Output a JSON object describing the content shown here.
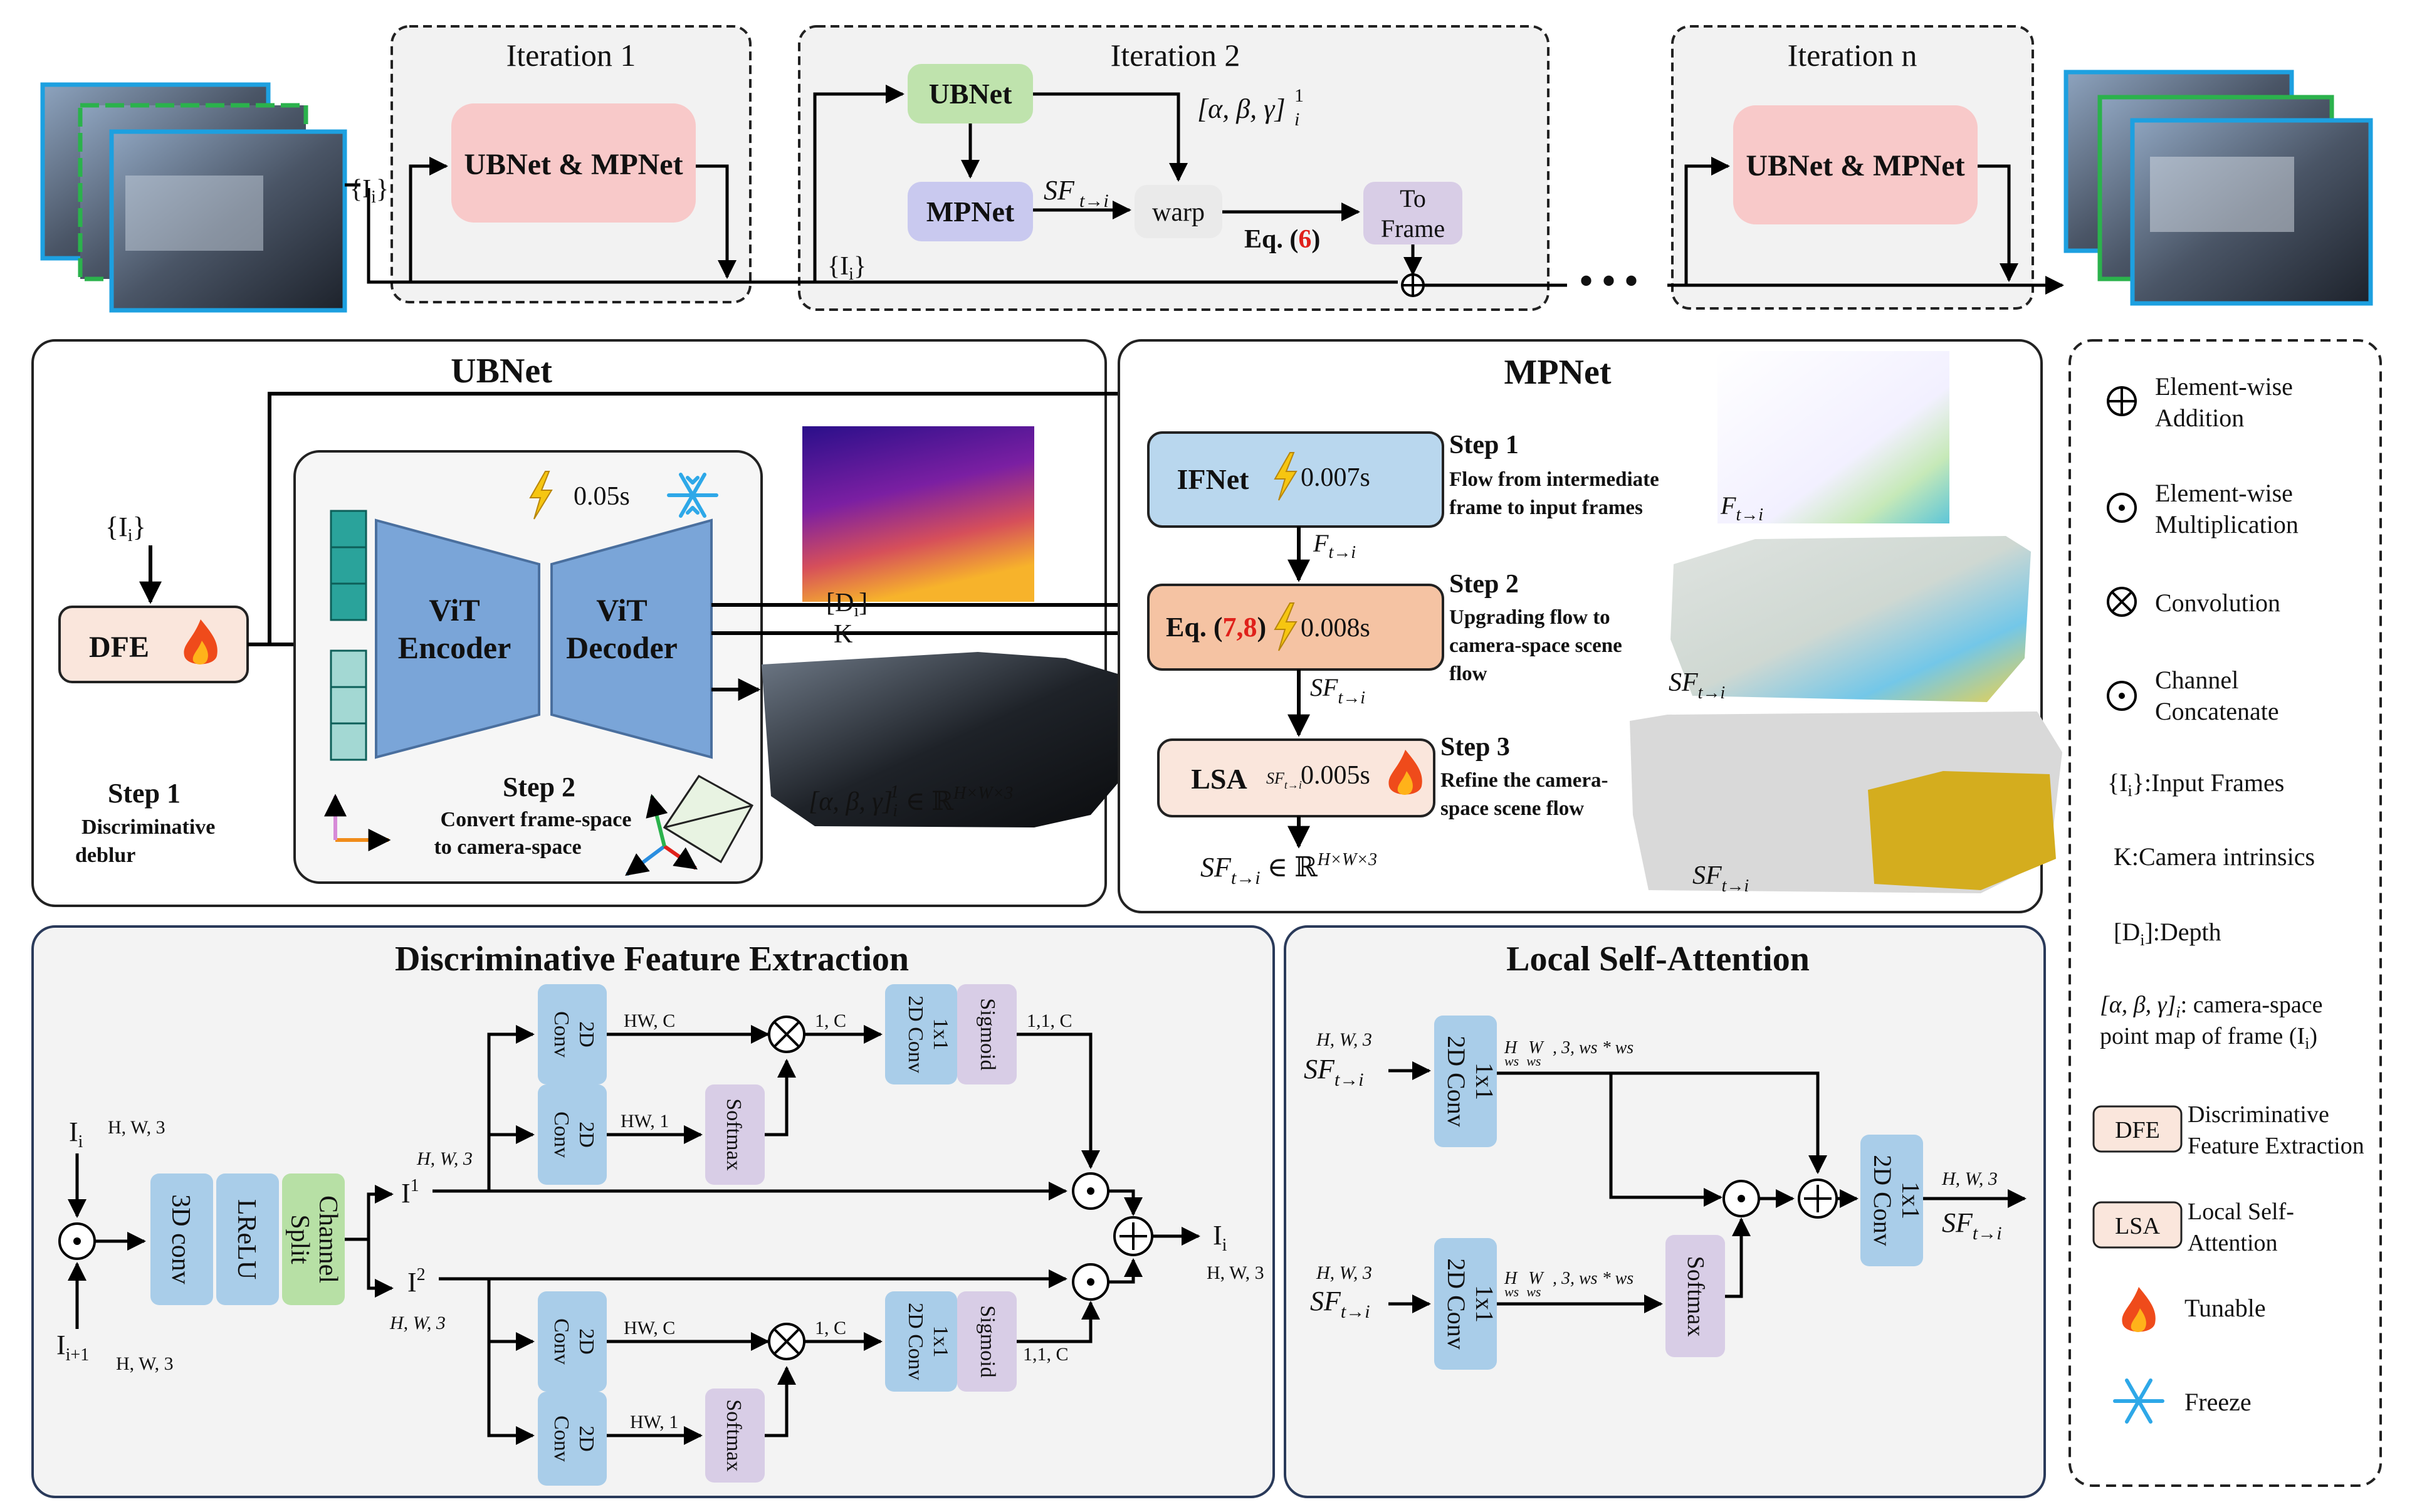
{
  "colors": {
    "pink": "#f8c9c9",
    "green": "#bfe3ad",
    "purple": "#c9c9ef",
    "lavender": "#d8cde6",
    "blue": "#a9cde9",
    "lightblue": "#b9d7ee",
    "salmon": "#f5c3a3",
    "cream": "#fae6dc",
    "vit": "#7aa5d8",
    "teal": "#2aa39b",
    "chanSplit": "#b7e0a5",
    "panelGray": "#f3f3f3",
    "red": "#e0211b"
  },
  "top": {
    "iter1_title": "Iteration 1",
    "iter2_title": "Iteration 2",
    "itern_title": "Iteration n",
    "ubnet_mpnet": "UBNet & MPNet",
    "ubnet": "UBNet",
    "mpnet": "MPNet",
    "warp": "warp",
    "to_frame_1": "To",
    "to_frame_2": "Frame",
    "eq_prefix": "Eq. (",
    "eq_num": "6",
    "eq_suffix": ")",
    "sf_label": "SF",
    "sf_sub": "t→i",
    "alpha_label": "[α, β, γ]",
    "alpha_sub": "i",
    "alpha_sup": "1",
    "ii_label_a": "{I",
    "ii_sub": "i",
    "ii_label_b": "}",
    "dots": "• • •"
  },
  "ubnet": {
    "title": "UBNet",
    "ii_a": "{I",
    "ii_sub": "i",
    "ii_b": "}",
    "dfe": "DFE",
    "step1": "Step 1",
    "step1_desc_1": "Discriminative",
    "step1_desc_2": "deblur",
    "time": "0.05s",
    "vit_enc_1": "ViT",
    "vit_enc_2": "Encoder",
    "vit_dec_1": "ViT",
    "vit_dec_2": "Decoder",
    "di_a": "[D",
    "di_sub": "i",
    "di_b": "]",
    "k": "K",
    "step2": "Step 2",
    "step2_desc_1": "Convert frame-space",
    "step2_desc_2": "to camera-space",
    "pointmap_a": "[α, β, γ]",
    "pointmap_sub": "i",
    "pointmap_sup": "1",
    "pointmap_b": " ∈ ℝ",
    "pointmap_dim": "H×W×3"
  },
  "mpnet": {
    "title": "MPNet",
    "ifnet": "IFNet",
    "ifnet_time": "0.007s",
    "step1": "Step 1",
    "step1_desc_1": "Flow from intermediate",
    "step1_desc_2": "frame to input frames",
    "f_label": "F",
    "f_sub": "t→i",
    "eq_a": "Eq. (",
    "eq_nums": "7,8",
    "eq_b": ")",
    "eq_time": "0.008s",
    "step2": "Step 2",
    "step2_desc_1": "Upgrading flow to",
    "step2_desc_2": "camera-space scene",
    "step2_desc_3": "flow",
    "sf_label": "SF",
    "sf_sub": "t→i",
    "lsa": "LSA",
    "lsa_time": "0.005s",
    "step3": "Step 3",
    "step3_desc_1": "Refine the camera-",
    "step3_desc_2": "space scene flow",
    "output_dim": "H×W×3",
    "output_set": " ∈ ℝ"
  },
  "legend": {
    "add_1": "Element-wise",
    "add_2": "Addition",
    "mul_1": "Element-wise",
    "mul_2": "Multiplication",
    "conv": "Convolution",
    "cc_1": "Channel",
    "cc_2": "Concatenate",
    "ii_a": "{I",
    "ii_sub": "i",
    "ii_b": "}:Input Frames",
    "k": "K:Camera intrinsics",
    "di_a": "[D",
    "di_sub": "i",
    "di_b": "]:Depth",
    "pm_a": "[α, β, γ]",
    "pm_sub": "i",
    "pm_b": ": camera-space",
    "pm_c": "point map of frame (I",
    "pm_c_sub": "i",
    "pm_c_end": ")",
    "dfe_box": "DFE",
    "dfe_1": "Discriminative",
    "dfe_2": "Feature Extraction",
    "lsa_box": "LSA",
    "lsa_1": "Local Self-",
    "lsa_2": "Attention",
    "tunable": "Tunable",
    "freeze": "Freeze"
  },
  "dfe_panel": {
    "title": "Discriminative Feature Extraction",
    "ii": "I",
    "ii_sub": "i",
    "ii1_sub": "i+1",
    "hw3": "H, W, 3",
    "conv3d": "3D conv",
    "lrelu": "LReLU",
    "chan_1": "Channel",
    "chan_2": "Split",
    "i1": "I",
    "i1_sup": "1",
    "i2": "I",
    "i2_sup": "2",
    "hw3_it": "H, W, 3",
    "conv2d_1": "2D",
    "conv2d_2": "Conv",
    "hwc": "HW, C",
    "hw1": "HW, 1",
    "softmax": "Softmax",
    "c1": "1, C",
    "conv1x1_1": "1x1",
    "conv1x1_2": "2D Conv",
    "sigmoid": "Sigmoid",
    "c11": "1,1, C",
    "out_i": "I",
    "out_sub": "i",
    "out_dim": "H, W, 3"
  },
  "lsa_panel": {
    "title": "Local Self-Attention",
    "hw3": "H, W, 3",
    "sf": "SF",
    "sf_sub": "t→i",
    "conv_1": "1x1",
    "conv_2": "2D Conv",
    "ws_dim": "H/ws, W/ws, 3, ws * ws",
    "ws_h": "H",
    "ws_w": "W",
    "ws_d": "ws",
    "ws_tail": ", 3, ws * ws",
    "softmax": "Softmax"
  }
}
